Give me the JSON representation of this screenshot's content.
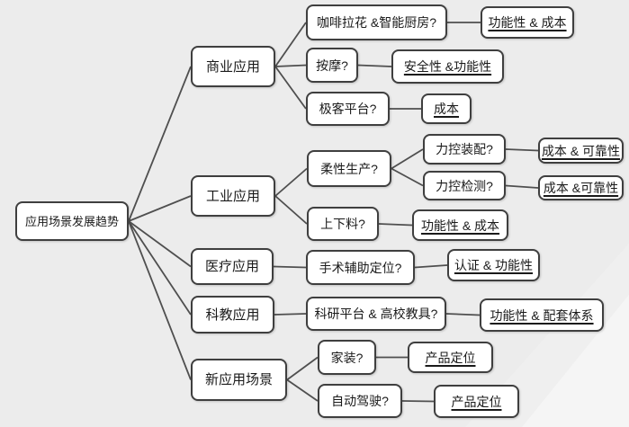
{
  "diagram": {
    "title": "应用场景发展趋势",
    "colors": {
      "background": "#ececec",
      "node_fill": "#ffffff",
      "node_border": "#3f3f3f",
      "connector": "#4f4f4f",
      "text": "#1a1a1a"
    },
    "nodes": [
      {
        "id": "root",
        "label": "应用场景发展趋势",
        "underline": false
      },
      {
        "id": "biz",
        "label": "商业应用",
        "underline": false
      },
      {
        "id": "coffee",
        "label": "咖啡拉花 &智能厨房?",
        "underline": false
      },
      {
        "id": "coffee_out",
        "label": "功能性 & 成本",
        "underline": true
      },
      {
        "id": "massage",
        "label": "按摩?",
        "underline": false
      },
      {
        "id": "massage_out",
        "label": "安全性 &功能性",
        "underline": true
      },
      {
        "id": "geek",
        "label": "极客平台?",
        "underline": false
      },
      {
        "id": "geek_out",
        "label": "成本",
        "underline": true
      },
      {
        "id": "industry",
        "label": "工业应用",
        "underline": false
      },
      {
        "id": "flex",
        "label": "柔性生产?",
        "underline": false
      },
      {
        "id": "assembly",
        "label": "力控装配?",
        "underline": false
      },
      {
        "id": "assembly_out",
        "label": "成本 & 可靠性",
        "underline": true
      },
      {
        "id": "inspect",
        "label": "力控检测?",
        "underline": false
      },
      {
        "id": "inspect_out",
        "label": "成本 &可靠性",
        "underline": true
      },
      {
        "id": "loading",
        "label": "上下料?",
        "underline": false
      },
      {
        "id": "loading_out",
        "label": "功能性 & 成本",
        "underline": true
      },
      {
        "id": "medical",
        "label": "医疗应用",
        "underline": false
      },
      {
        "id": "surgery",
        "label": "手术辅助定位?",
        "underline": false
      },
      {
        "id": "surgery_out",
        "label": "认证 & 功能性",
        "underline": true
      },
      {
        "id": "edu",
        "label": "科教应用",
        "underline": false
      },
      {
        "id": "research",
        "label": "科研平台 & 高校教具?",
        "underline": false
      },
      {
        "id": "research_out",
        "label": "功能性 & 配套体系",
        "underline": true
      },
      {
        "id": "newapp",
        "label": "新应用场景",
        "underline": false
      },
      {
        "id": "home",
        "label": "家装?",
        "underline": false
      },
      {
        "id": "home_out",
        "label": "产品定位",
        "underline": true
      },
      {
        "id": "driving",
        "label": "自动驾驶?",
        "underline": false
      },
      {
        "id": "driving_out",
        "label": "产品定位",
        "underline": true
      }
    ],
    "edges": [
      {
        "from": "root",
        "to": "biz"
      },
      {
        "from": "root",
        "to": "industry"
      },
      {
        "from": "root",
        "to": "medical"
      },
      {
        "from": "root",
        "to": "edu"
      },
      {
        "from": "root",
        "to": "newapp"
      },
      {
        "from": "biz",
        "to": "coffee"
      },
      {
        "from": "biz",
        "to": "massage"
      },
      {
        "from": "biz",
        "to": "geek"
      },
      {
        "from": "coffee",
        "to": "coffee_out"
      },
      {
        "from": "massage",
        "to": "massage_out"
      },
      {
        "from": "geek",
        "to": "geek_out"
      },
      {
        "from": "industry",
        "to": "flex"
      },
      {
        "from": "industry",
        "to": "loading"
      },
      {
        "from": "flex",
        "to": "assembly"
      },
      {
        "from": "flex",
        "to": "inspect"
      },
      {
        "from": "assembly",
        "to": "assembly_out"
      },
      {
        "from": "inspect",
        "to": "inspect_out"
      },
      {
        "from": "loading",
        "to": "loading_out"
      },
      {
        "from": "medical",
        "to": "surgery"
      },
      {
        "from": "surgery",
        "to": "surgery_out"
      },
      {
        "from": "edu",
        "to": "research"
      },
      {
        "from": "research",
        "to": "research_out"
      },
      {
        "from": "newapp",
        "to": "home"
      },
      {
        "from": "newapp",
        "to": "driving"
      },
      {
        "from": "home",
        "to": "home_out"
      },
      {
        "from": "driving",
        "to": "driving_out"
      }
    ]
  }
}
